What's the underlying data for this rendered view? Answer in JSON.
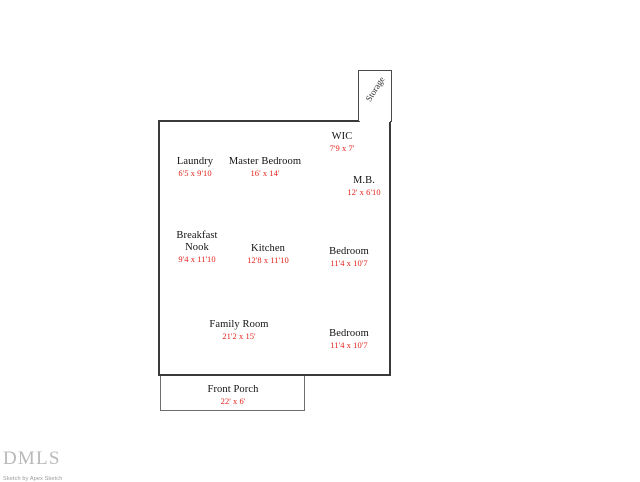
{
  "document": {
    "type": "floor-plan-sketch",
    "background_color": "#ffffff",
    "name_text_color": "#111111",
    "dimension_text_color": "#e3241c",
    "wall_color": "#3a3a3a"
  },
  "structures": {
    "main_outline_name": "main-floor-outline",
    "storage_box_name": "storage-outline",
    "porch_box_name": "front-porch-outline"
  },
  "rooms": [
    {
      "name": "Laundry",
      "dimensions": "6'5 x 9'10"
    },
    {
      "name": "Master Bedroom",
      "dimensions": "16' x 14'"
    },
    {
      "name": "WIC",
      "dimensions": "7'9 x 7'"
    },
    {
      "name": "M.B.",
      "dimensions": "12' x 6'10"
    },
    {
      "name": "Breakfast Nook",
      "dimensions": "9'4 x 11'10"
    },
    {
      "name": "Kitchen",
      "dimensions": "12'8 x 11'10"
    },
    {
      "name": "Bedroom",
      "dimensions": "11'4 x 10'7"
    },
    {
      "name": "Family Room",
      "dimensions": "21'2 x 15'"
    },
    {
      "name": "Bedroom",
      "dimensions": "11'4 x 10'7"
    },
    {
      "name": "Front Porch",
      "dimensions": "22' x 6'"
    }
  ],
  "storage": {
    "label": "Storage"
  },
  "watermark": {
    "logo": "DMLS",
    "credit": "Sketch by Apex Sketch"
  }
}
